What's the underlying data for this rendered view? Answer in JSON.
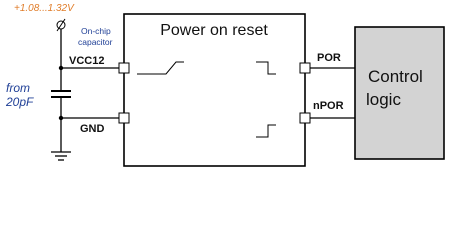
{
  "supply_range": "+1.08...1.32V",
  "on_chip_capacitor": {
    "line1": "On-chip",
    "line2": "capacitor"
  },
  "external_cap": {
    "line1": "from",
    "line2": "20pF"
  },
  "pins": {
    "vcc": "VCC12",
    "gnd": "GND",
    "por": "POR",
    "npor": "nPOR"
  },
  "block_title": "Power on reset",
  "control_logic": {
    "line1": "Control",
    "line2": "logic"
  },
  "colors": {
    "supply_text": "#e07d2a",
    "annotation_text": "#1f3f96",
    "control_fill": "#d3d3d3"
  },
  "icons": {
    "supply_terminal": "open-circle-slash-terminal",
    "capacitor": "capacitor-symbol",
    "ground": "ground-symbol"
  }
}
